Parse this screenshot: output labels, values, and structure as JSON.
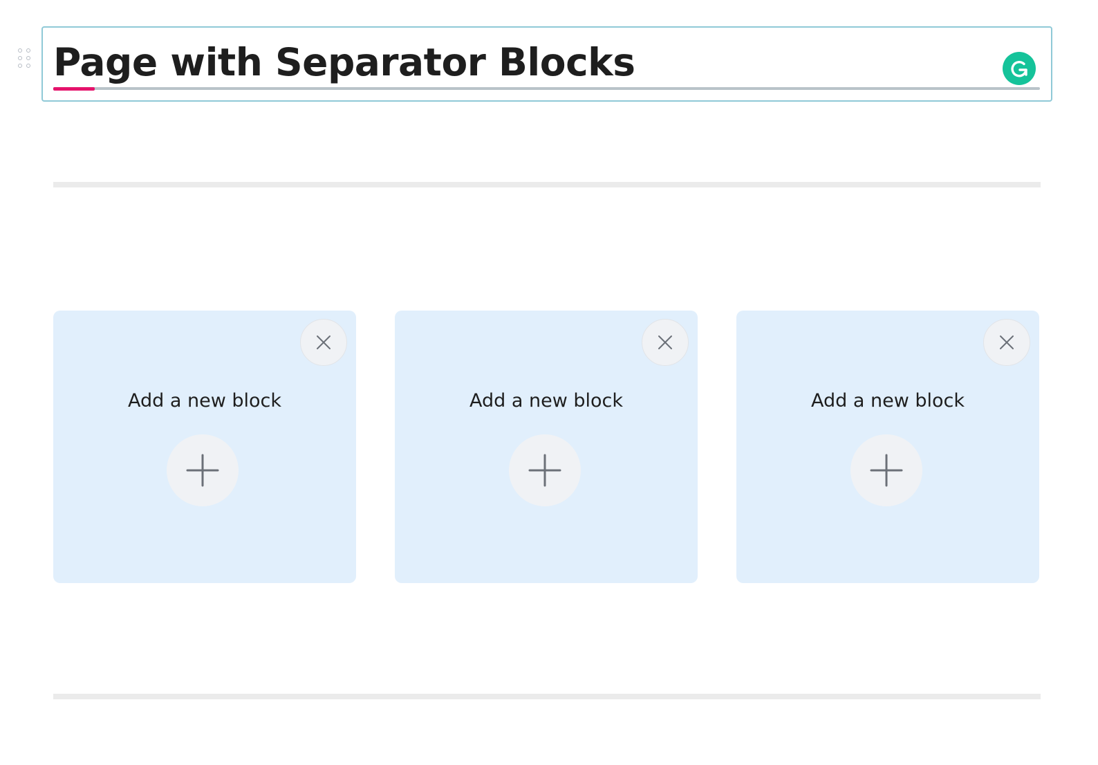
{
  "title": {
    "text": "Page with Separator Blocks"
  },
  "columns": [
    {
      "label": "Add a new block"
    },
    {
      "label": "Add a new block"
    },
    {
      "label": "Add a new block"
    }
  ],
  "icons": {
    "drag": "drag-handle-icon",
    "grammarly": "grammarly-icon",
    "remove": "close-icon",
    "add": "plus-icon"
  },
  "colors": {
    "title_border": "#8fc9d7",
    "grammarly": "#15c39a",
    "spell_accent": "#e5136b",
    "column_bg": "#e1effc",
    "separator": "#ebebeb"
  }
}
